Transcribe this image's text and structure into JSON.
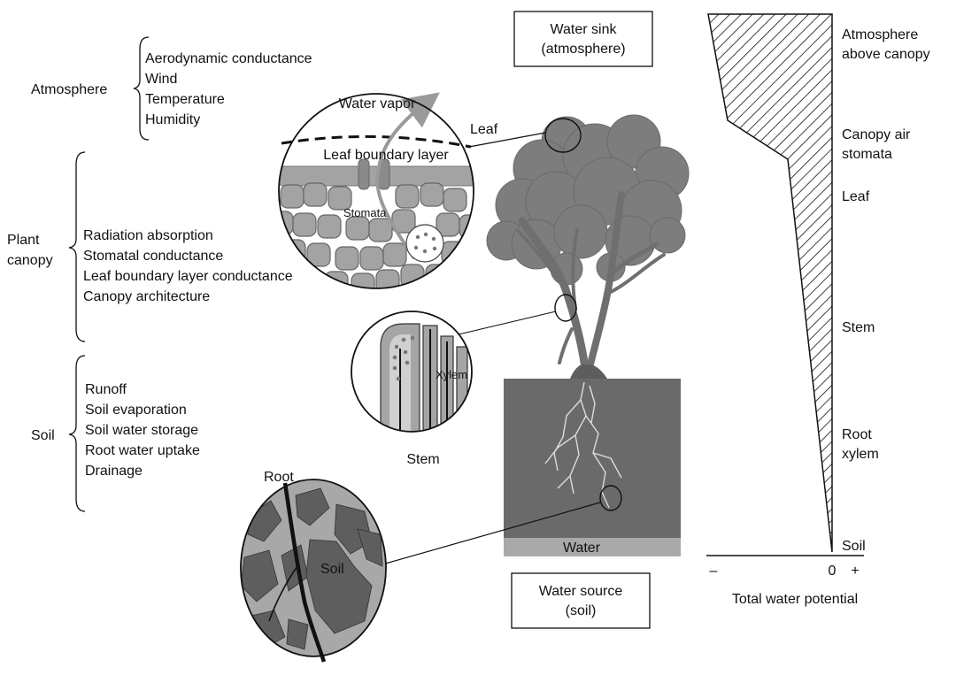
{
  "categories": {
    "atmosphere": {
      "name": "Atmosphere",
      "factors": [
        "Aerodynamic conductance",
        "Wind",
        "Temperature",
        "Humidity"
      ]
    },
    "canopy": {
      "name_lines": [
        "Plant",
        "canopy"
      ],
      "factors": [
        "Radiation absorption",
        "Stomatal conductance",
        "Leaf boundary layer conductance",
        "Canopy architecture"
      ]
    },
    "soil": {
      "name": "Soil",
      "factors": [
        "Runoff",
        "Soil evaporation",
        "Soil water storage",
        "Root water uptake",
        "Drainage"
      ]
    }
  },
  "boxes": {
    "sink": [
      "Water sink",
      "(atmosphere)"
    ],
    "source": [
      "Water source",
      "(soil)"
    ]
  },
  "leaf_inset": {
    "callout": "Leaf",
    "vapor": "Water vapor",
    "boundary": "Leaf boundary layer",
    "stomata": "Stomata"
  },
  "stem_inset": {
    "callout": "Stem",
    "xylem": "Xylem"
  },
  "root_inset": {
    "callout": "Root",
    "soil": "Soil"
  },
  "soil_block": {
    "water": "Water"
  },
  "potential_profile": {
    "levels": [
      {
        "lines": [
          "Atmosphere",
          "above canopy"
        ]
      },
      {
        "lines": [
          "Canopy air",
          "stomata"
        ]
      },
      {
        "lines": [
          "Leaf"
        ]
      },
      {
        "lines": [
          "Stem"
        ]
      },
      {
        "lines": [
          "Root",
          "xylem"
        ]
      },
      {
        "lines": [
          "Soil"
        ]
      }
    ],
    "axis": {
      "minus": "–",
      "zero": "0",
      "plus": "+",
      "label": "Total water potential"
    }
  },
  "colors": {
    "foliage": "#7d7d7d",
    "trunk": "#6f6f6f",
    "soil": "#6a6a6a",
    "water": "#a9a9a9",
    "cell": "#a3a3a3",
    "line": "#111111"
  }
}
